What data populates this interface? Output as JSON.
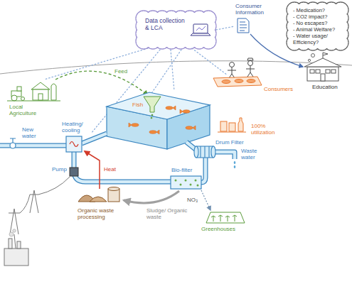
{
  "diagram": {
    "nodes": [
      {
        "text": [
          "Data collection & LCA"
        ]
      },
      {
        "text": [
          "- Medication?",
          "- CO2 impact?",
          "- No escapes?",
          "- Animal Welfare?",
          "- Water usage/ Efficiency?"
        ]
      }
    ],
    "labels": [
      "Consumer Information",
      "Education",
      "Consumers",
      "100% utilization",
      "Local Agriculture",
      "Feed",
      "Fish",
      "New water",
      "Heating/ cooling",
      "Drum Filter",
      "Waste water",
      "Pump",
      "Heat",
      "Bio-filter",
      "Organic waste processing",
      "NO₃",
      "Sludge/ Organic waste",
      "Greenhouses"
    ]
  }
}
